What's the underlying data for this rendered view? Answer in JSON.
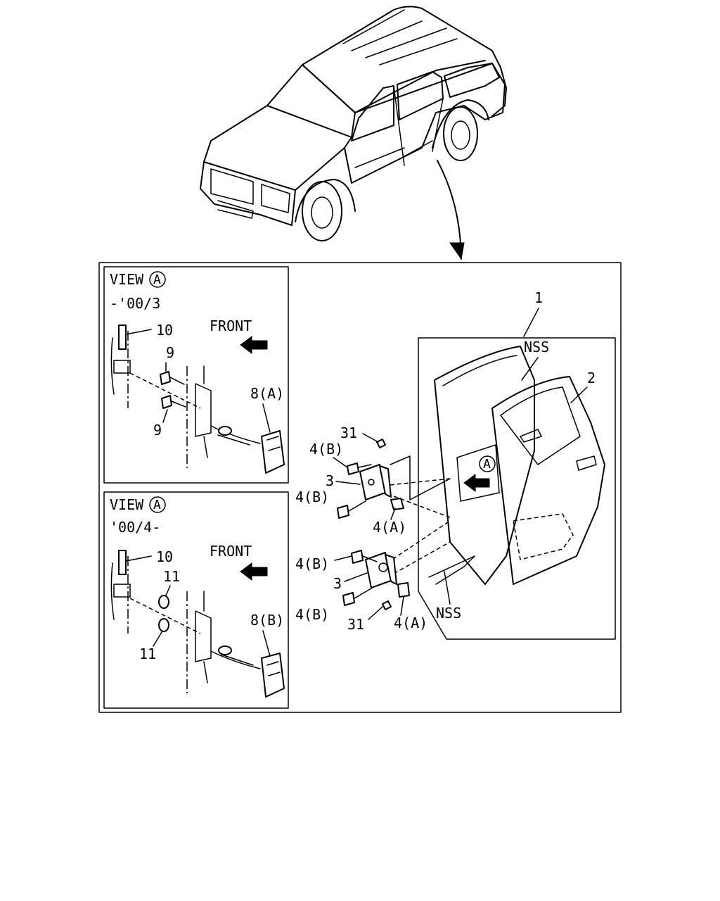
{
  "views": [
    {
      "title": "VIEW",
      "circle": "A",
      "range": "-'00/3",
      "front": "FRONT",
      "parts": {
        "pin": "10",
        "bolt_upper": "9",
        "bolt_lower": "9",
        "checker": "8(A)"
      }
    },
    {
      "title": "VIEW",
      "circle": "A",
      "range": "'00/4-",
      "front": "FRONT",
      "parts": {
        "pin": "10",
        "nut_upper": "11",
        "nut_lower": "11",
        "checker": "8(B)"
      }
    }
  ],
  "main": {
    "door_assy": "1",
    "door_label_top": "NSS",
    "door_panel": "2",
    "view_marker": "A",
    "door_label_bottom": "NSS",
    "upper_hinge": {
      "clip": "31",
      "bolt_top": "4(B)",
      "hinge": "3",
      "bolt_bottom": "4(B)",
      "bolt_a": "4(A)"
    },
    "lower_hinge": {
      "bolt_top": "4(B)",
      "hinge": "3",
      "bolt_bottom": "4(B)",
      "clip": "31",
      "bolt_a": "4(A)"
    }
  }
}
